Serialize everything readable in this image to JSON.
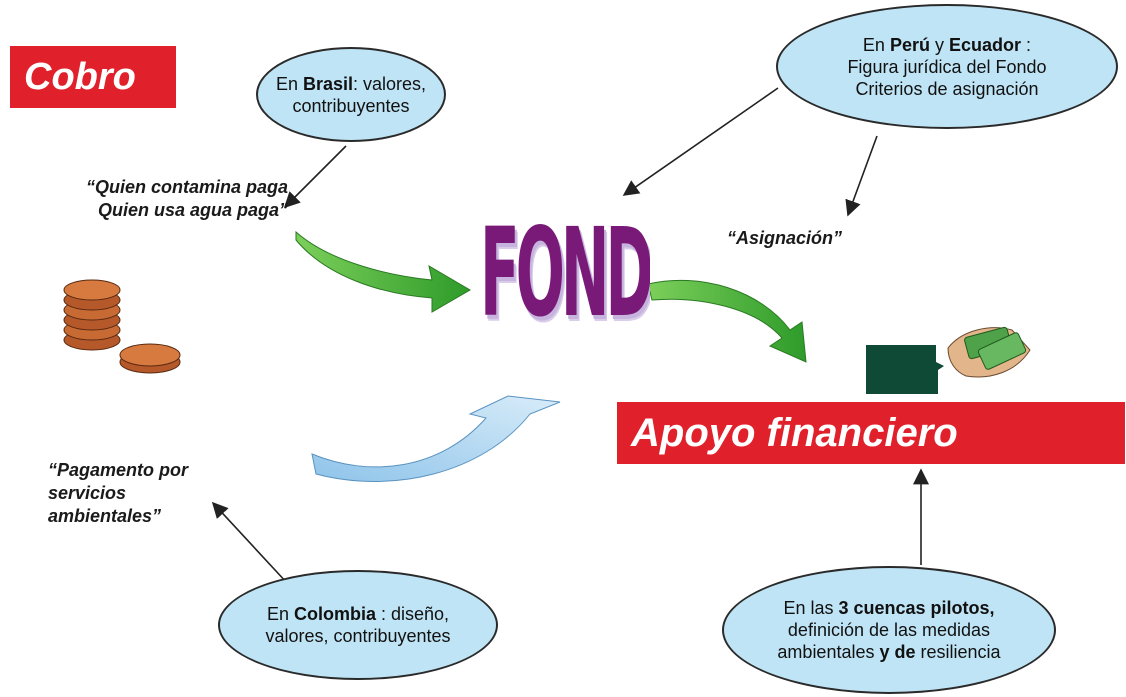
{
  "cobro": {
    "label": "Cobro"
  },
  "brasil": {
    "pre": "En ",
    "country": "Brasil",
    "post": ": valores,",
    "line2": "contribuyentes"
  },
  "peru_ecuador": {
    "pre": "En ",
    "c1": "Perú",
    "mid": " y ",
    "c2": "Ecuador",
    "post": " :",
    "line2": "Figura jurídica del Fondo",
    "line3": "Criterios de asignación"
  },
  "quote_paga": {
    "line1": "“Quien contamina paga",
    "line2": "Quien usa agua paga”"
  },
  "fondo": {
    "label": "FONDO",
    "colors": [
      "#4b1d8c",
      "#a0144a",
      "#6a2aa8"
    ]
  },
  "asignacion": {
    "label": "“Asignación”"
  },
  "apoyo": {
    "label": "Apoyo financiero"
  },
  "pagamento": {
    "line1": "“Pagamento por",
    "line2": "servicios",
    "line3": "ambientales”"
  },
  "colombia": {
    "pre": "En ",
    "country": "Colombia",
    "post": " : diseño,",
    "line2": "valores, contribuyentes"
  },
  "cuencas": {
    "pre": "En las ",
    "bold": "3 cuencas pilotos,",
    "line2": "definición de las medidas",
    "line3a": "ambientales ",
    "line3b": "y de",
    "line3c": " resiliencia"
  },
  "colors": {
    "red": "#e0202a",
    "ellipse_fill": "#bfe4f5",
    "green_arrow": "#3aa530",
    "blue_arrow": "#a9d3ef",
    "dark_green": "#0f4a36"
  }
}
